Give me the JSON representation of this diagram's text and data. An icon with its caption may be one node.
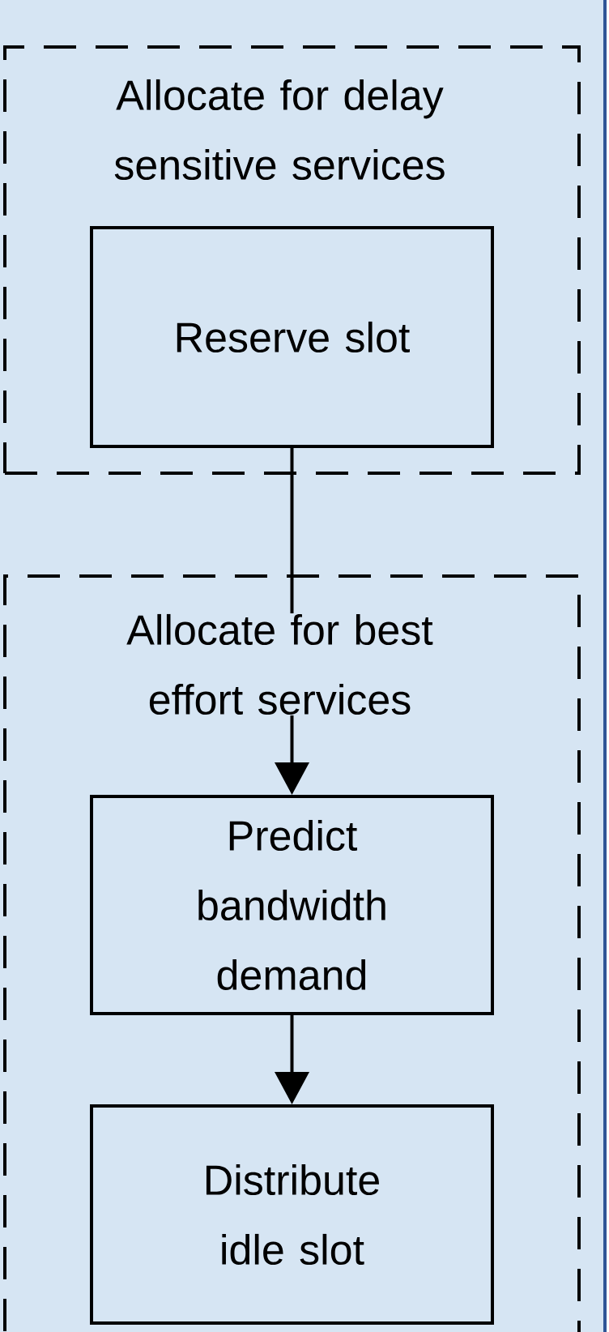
{
  "diagram": {
    "nodes": [
      {
        "text": [
          "Allocate for delay sensitive services"
        ]
      },
      {
        "text": [
          "Reserve slot"
        ],
        "in": 0
      },
      {
        "text": [
          "Allocate for best effort services"
        ]
      },
      {
        "text": [
          "Predict bandwidth demand"
        ],
        "in": 2
      },
      {
        "text": [
          "Distribute idle slot"
        ],
        "in": 2
      }
    ],
    "edges": [
      {
        "from": 1,
        "to": 3,
        "arrow": "to"
      },
      {
        "from": 3,
        "to": 4,
        "arrow": "to"
      }
    ]
  }
}
